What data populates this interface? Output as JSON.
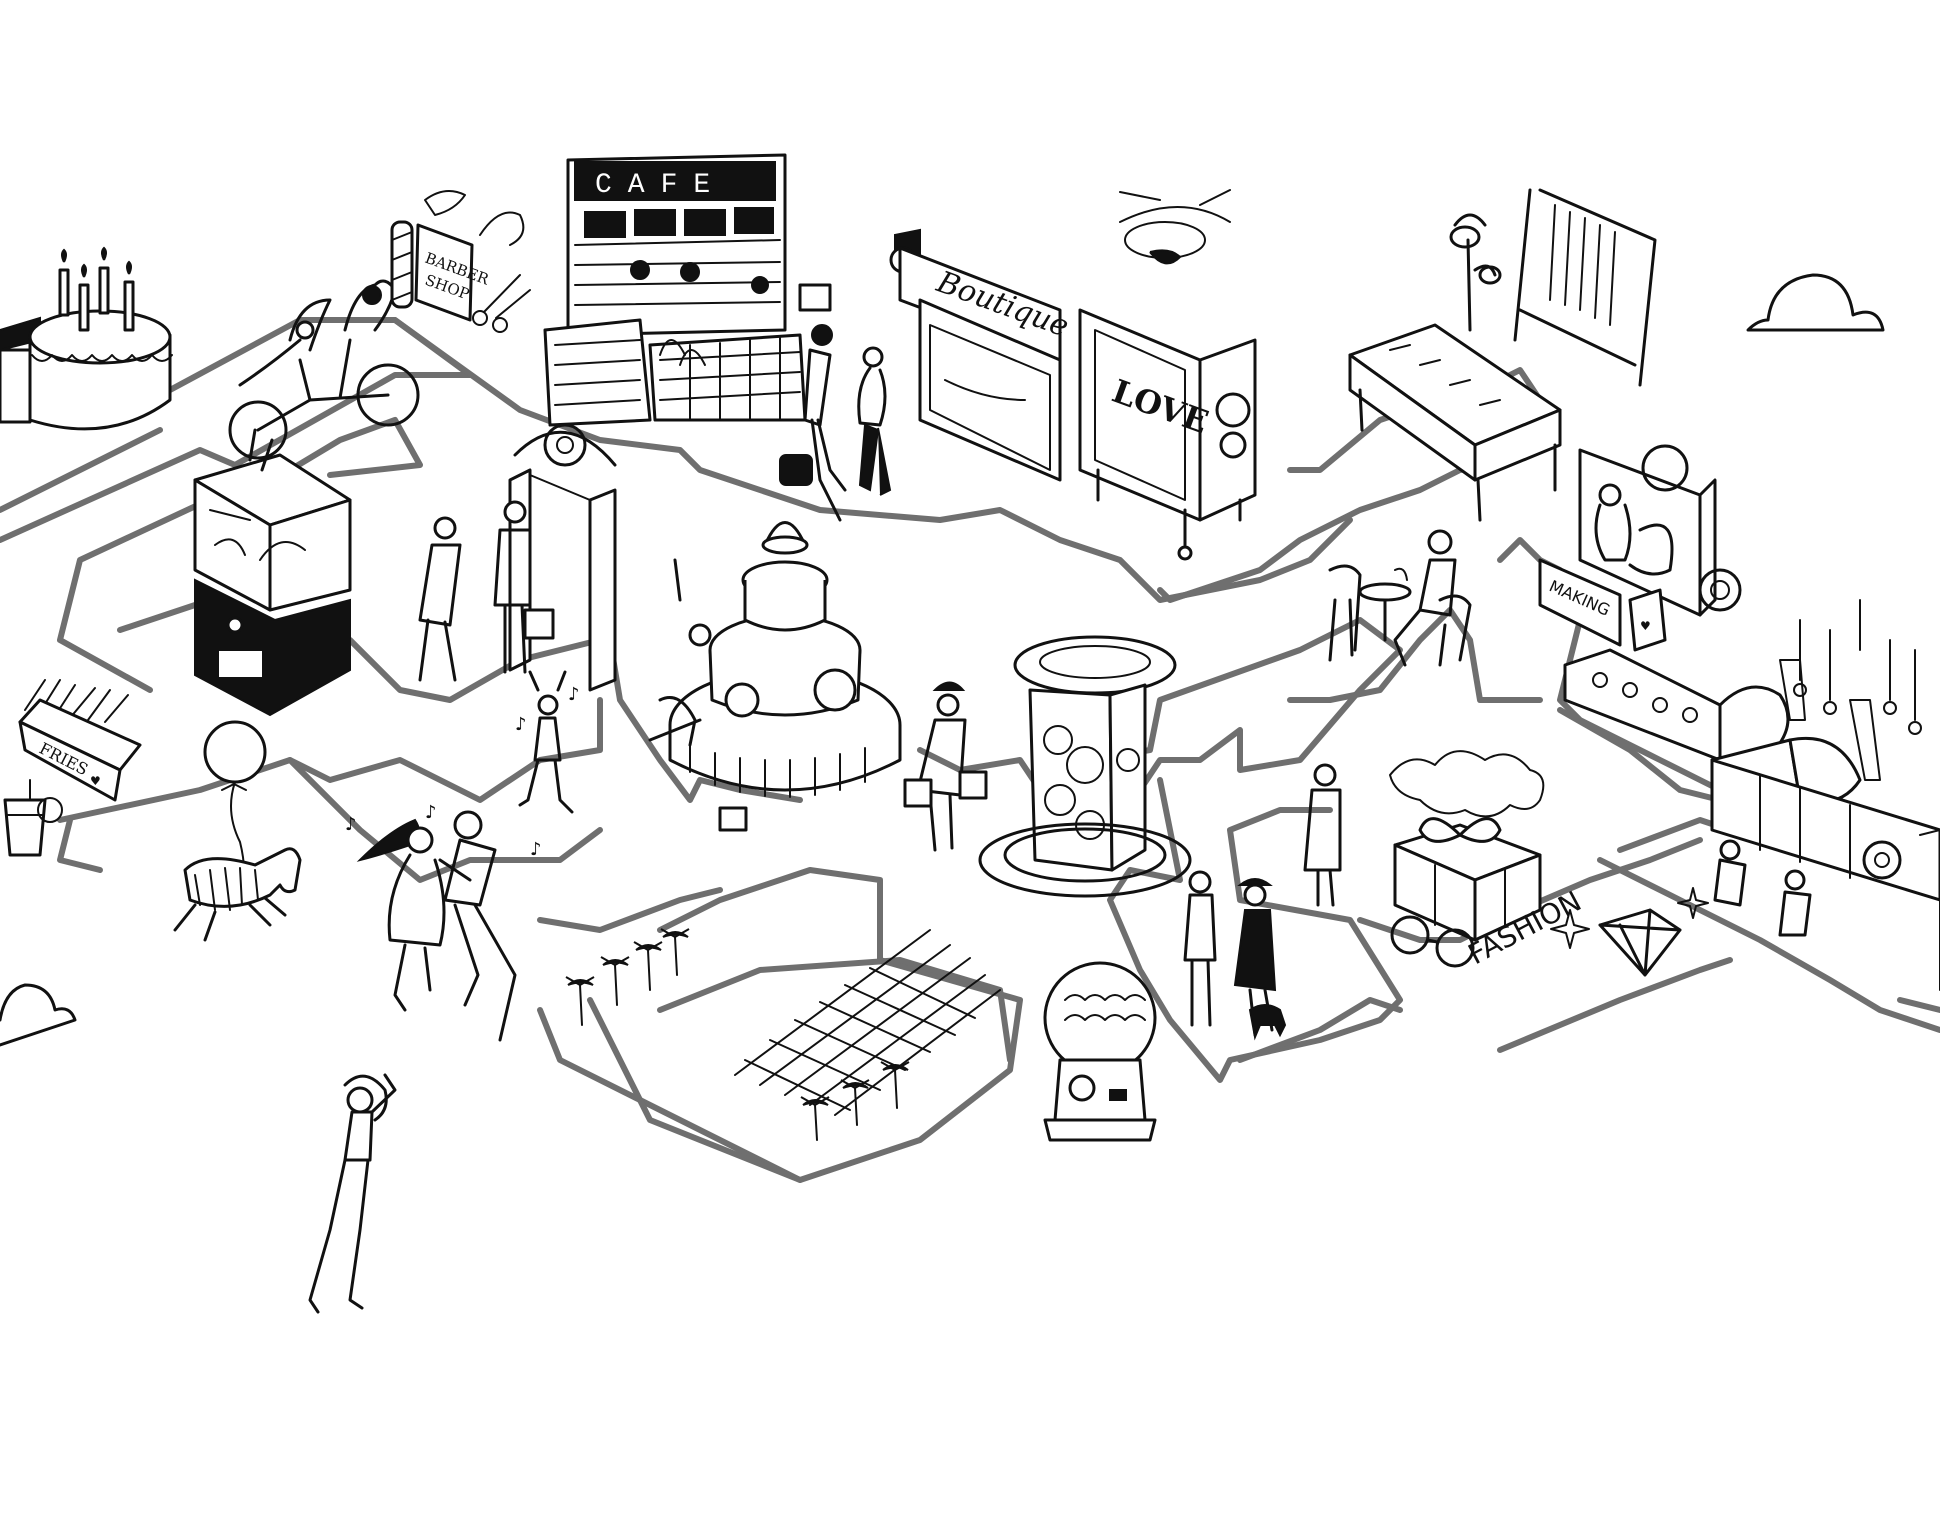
{
  "map": {
    "style": "black-and-white hand-drawn isometric illustration",
    "signs": {
      "cafe": "CAFE",
      "barber": [
        "BARBER",
        "SHOP"
      ],
      "boutique": "Boutique",
      "love": "LOVE",
      "making": "MAKING",
      "fries": "FRIES",
      "fashion": "FASHION"
    }
  },
  "colors": {
    "ink": "#111111",
    "road": "#6f6f6f",
    "paper": "#ffffff"
  },
  "landmarks": [
    "birthday-cake",
    "tandem-bicycle",
    "barber-shop",
    "cafe",
    "shopper-couple",
    "boutique",
    "love-sign-machine",
    "helicopter-doodle",
    "jewelry-display-case",
    "clothing-rack",
    "cloud",
    "arcade-cabinet",
    "gear-gate",
    "businessmen",
    "carousel-fountain",
    "dancing-man",
    "fries-box",
    "lemonade-glass",
    "zebra-balloon",
    "dancing-couple",
    "palm-trees",
    "garden-plot",
    "shopping-lady",
    "astronomical-clock",
    "cafe-table-couple",
    "making-workshop",
    "squirrel-character",
    "ring-display",
    "gift-box",
    "fashion-couple-with-dog",
    "gumball-machine",
    "eyeglasses",
    "diamond",
    "jewelry-workbench",
    "selfie-woman"
  ]
}
